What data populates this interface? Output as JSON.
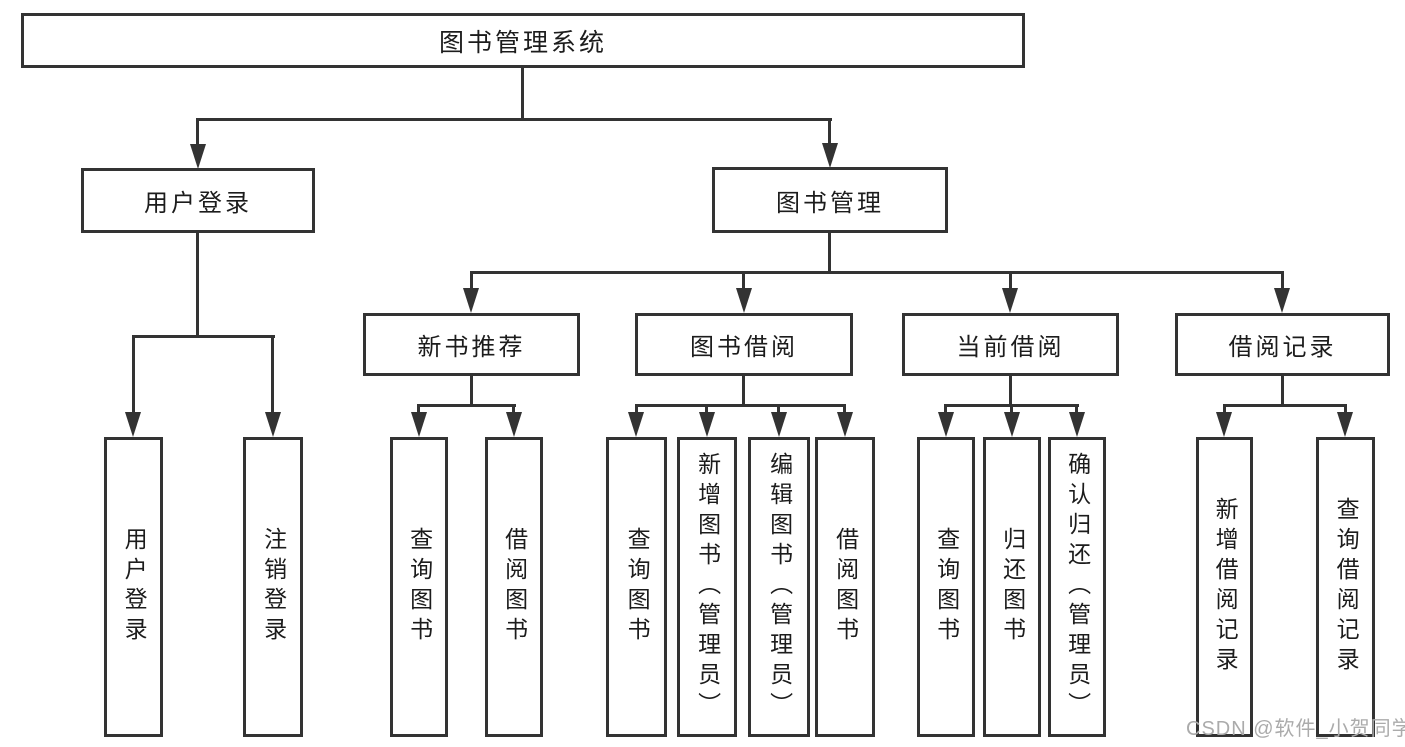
{
  "tree": {
    "root": {
      "label": "图书管理系统"
    },
    "children": [
      {
        "label": "用户登录",
        "leaves": [
          {
            "label": "用户登录"
          },
          {
            "label": "注销登录"
          }
        ]
      },
      {
        "label": "图书管理",
        "children": [
          {
            "label": "新书推荐",
            "leaves": [
              {
                "label": "查询图书"
              },
              {
                "label": "借阅图书"
              }
            ]
          },
          {
            "label": "图书借阅",
            "leaves": [
              {
                "label": "查询图书"
              },
              {
                "label": "新增图书（管理员）"
              },
              {
                "label": "编辑图书（管理员）"
              },
              {
                "label": "借阅图书"
              }
            ]
          },
          {
            "label": "当前借阅",
            "leaves": [
              {
                "label": "查询图书"
              },
              {
                "label": "归还图书"
              },
              {
                "label": "确认归还（管理员）"
              }
            ]
          },
          {
            "label": "借阅记录",
            "leaves": [
              {
                "label": "新增借阅记录"
              },
              {
                "label": "查询借阅记录"
              }
            ]
          }
        ]
      }
    ]
  },
  "watermark": {
    "text": "CSDN @软件_小贺同学"
  },
  "colors": {
    "line": "#333333",
    "text": "#1c1c1c",
    "wm": "#ababab",
    "bg": "#ffffff"
  }
}
